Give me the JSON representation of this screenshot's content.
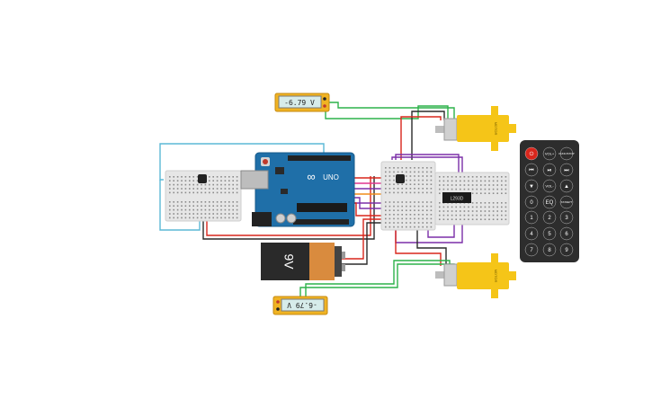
{
  "meters": {
    "top": {
      "reading": "-6.79 V"
    },
    "bottom": {
      "reading": "-6.79 V"
    }
  },
  "arduino": {
    "model_label": "UNO",
    "logo_symbol": "∞"
  },
  "battery": {
    "label": "9V"
  },
  "motor_driver": {
    "chip_label": "L293D"
  },
  "motors": {
    "top_label": "MOTOR",
    "bottom_label": "MOTOR"
  },
  "remote": {
    "buttons_row1": [
      "⏻",
      "VOL+",
      "FUNC/STOP"
    ],
    "buttons_row2": [
      "⏮",
      "⏯",
      "⏭"
    ],
    "buttons_row3": [
      "▼",
      "VOL-",
      "▲"
    ],
    "buttons_row4": [
      "0",
      "EQ",
      "ST/REPT"
    ],
    "digits": [
      "1",
      "2",
      "3",
      "4",
      "5",
      "6",
      "7",
      "8",
      "9"
    ]
  },
  "colors": {
    "wire_green": "#2db24a",
    "wire_black": "#2b2b2b",
    "wire_red": "#d9261c",
    "wire_purple": "#7b2fa8",
    "wire_orange": "#f08c1a",
    "wire_blue": "#5bb8d6",
    "wire_pink": "#e0368f",
    "arduino_blue": "#1f6fa8",
    "motor_yellow": "#f5c518",
    "remote_body": "#2d2d2d",
    "breadboard": "#e6e6e6"
  }
}
